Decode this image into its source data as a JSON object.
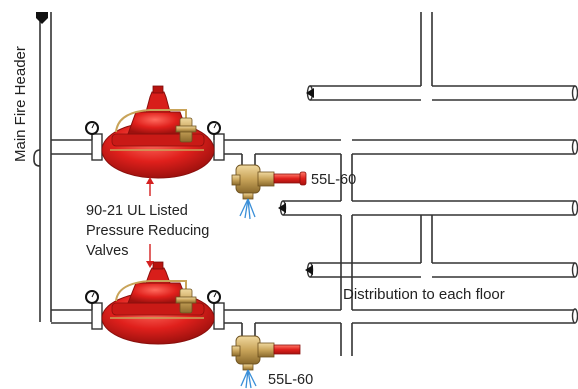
{
  "labels": {
    "main_header": "Main Fire Header",
    "reducing_valves": [
      "90-21 UL Listed",
      "Pressure Reducing",
      "Valves"
    ],
    "relief_upper": "55L-60",
    "relief_lower": "55L-60",
    "distribution": "Distribution to each floor"
  },
  "colors": {
    "pipe_outline": "#333333",
    "valve_red": "#e0201c",
    "valve_dark_red": "#a8120f",
    "brass": "#c9a45a",
    "arrow_red": "#d42020",
    "spray_blue": "#3a8fd8"
  },
  "icons": [
    "pressure-gauge-icon",
    "pressure-reducing-valve-icon",
    "relief-valve-icon",
    "flow-arrow-icon",
    "water-spray-icon"
  ]
}
